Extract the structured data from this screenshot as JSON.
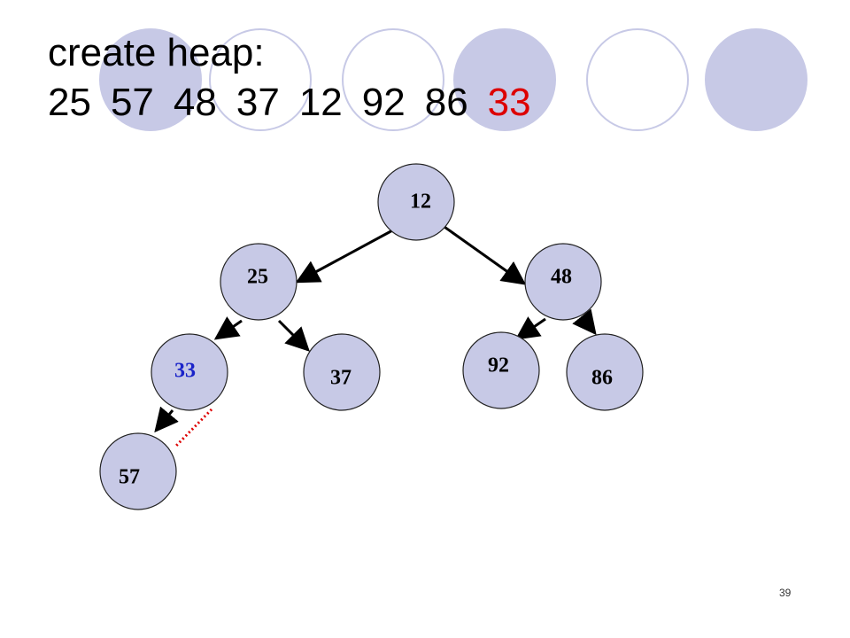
{
  "slide": {
    "title": "create heap:",
    "sequence": [
      "25",
      "57",
      "48",
      "37",
      "12",
      "92",
      "86",
      "33"
    ],
    "sequence_highlight_index": 7,
    "page_number": "39"
  },
  "colors": {
    "node_fill": "#c7c9e6",
    "node_stroke": "#222222",
    "text": "#000000",
    "highlight_text": "#dd0000",
    "node_highlight_text": "#1a23c9",
    "dotted_edge": "#dd0000",
    "decor": "#c7c9e6"
  },
  "tree": {
    "nodes": [
      {
        "id": "n12",
        "label": "12",
        "highlight": false
      },
      {
        "id": "n25",
        "label": "25",
        "highlight": false
      },
      {
        "id": "n48",
        "label": "48",
        "highlight": false
      },
      {
        "id": "n33",
        "label": "33",
        "highlight": true
      },
      {
        "id": "n37",
        "label": "37",
        "highlight": false
      },
      {
        "id": "n92",
        "label": "92",
        "highlight": false
      },
      {
        "id": "n86",
        "label": "86",
        "highlight": false
      },
      {
        "id": "n57",
        "label": "57",
        "highlight": false
      }
    ],
    "edges": [
      {
        "from": "n12",
        "to": "n25",
        "style": "arrow"
      },
      {
        "from": "n12",
        "to": "n48",
        "style": "arrow"
      },
      {
        "from": "n25",
        "to": "n33",
        "style": "arrow"
      },
      {
        "from": "n25",
        "to": "n37",
        "style": "arrow"
      },
      {
        "from": "n48",
        "to": "n92",
        "style": "arrow"
      },
      {
        "from": "n48",
        "to": "n86",
        "style": "arrow"
      },
      {
        "from": "n33",
        "to": "n57",
        "style": "arrow"
      },
      {
        "from": "n33",
        "to": "n57",
        "style": "dotted"
      }
    ]
  }
}
